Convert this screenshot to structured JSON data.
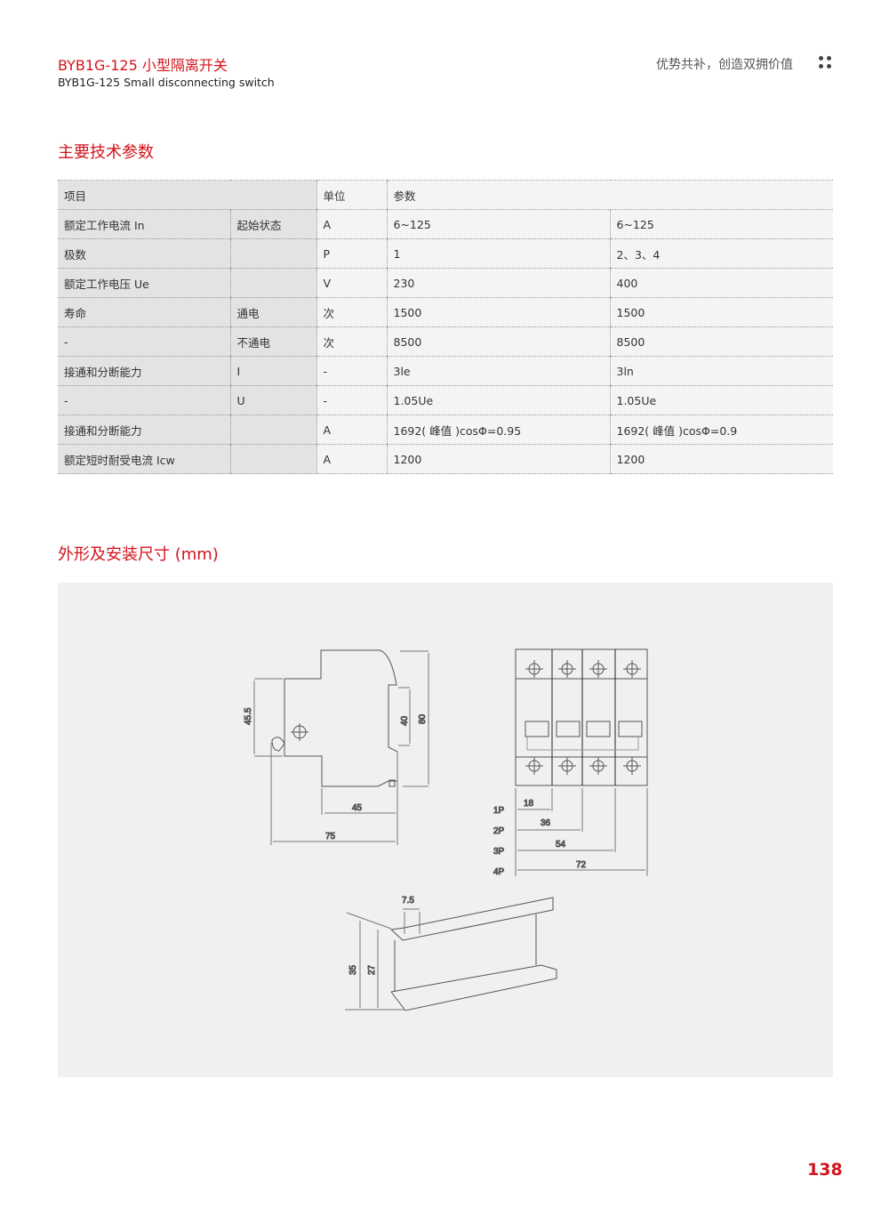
{
  "header": {
    "title_cn": "BYB1G-125 小型隔离开关",
    "title_en": "BYB1G-125 Small disconnecting switch",
    "slogan": "优势共补，创造双拥价值"
  },
  "section1": {
    "title": "主要技术参数"
  },
  "table": {
    "header": {
      "item": "项目",
      "unit": "单位",
      "param": "参数"
    },
    "rows": [
      [
        "额定工作电流 In",
        "起始状态",
        "A",
        "6~125",
        "6~125"
      ],
      [
        "极数",
        "",
        "P",
        "1",
        "2、3、4"
      ],
      [
        "额定工作电压 Ue",
        "",
        "V",
        "230",
        "400"
      ],
      [
        "寿命",
        "通电",
        "次",
        "1500",
        "1500"
      ],
      [
        "-",
        "不通电",
        "次",
        "8500",
        "8500"
      ],
      [
        "接通和分断能力",
        "I",
        "-",
        "3le",
        "3ln"
      ],
      [
        "-",
        "U",
        "-",
        "1.05Ue",
        "1.05Ue"
      ],
      [
        "接通和分断能力",
        "",
        "A",
        "1692( 峰值 )cosΦ=0.95",
        "1692( 峰值 )cosΦ=0.9"
      ],
      [
        "额定短时耐受电流 Icw",
        "",
        "A",
        "1200",
        "1200"
      ]
    ]
  },
  "section2": {
    "title": "外形及安装尺寸 (mm)"
  },
  "drawing": {
    "dims": {
      "h455": "45.5",
      "h40": "40",
      "h80": "80",
      "w45": "45",
      "w75": "75",
      "p18": "18",
      "p36": "36",
      "p54": "54",
      "p72": "72",
      "r75": "7.5",
      "r35": "35",
      "r27": "27"
    },
    "poles": [
      "1P",
      "2P",
      "3P",
      "4P"
    ]
  },
  "page_number": "138"
}
